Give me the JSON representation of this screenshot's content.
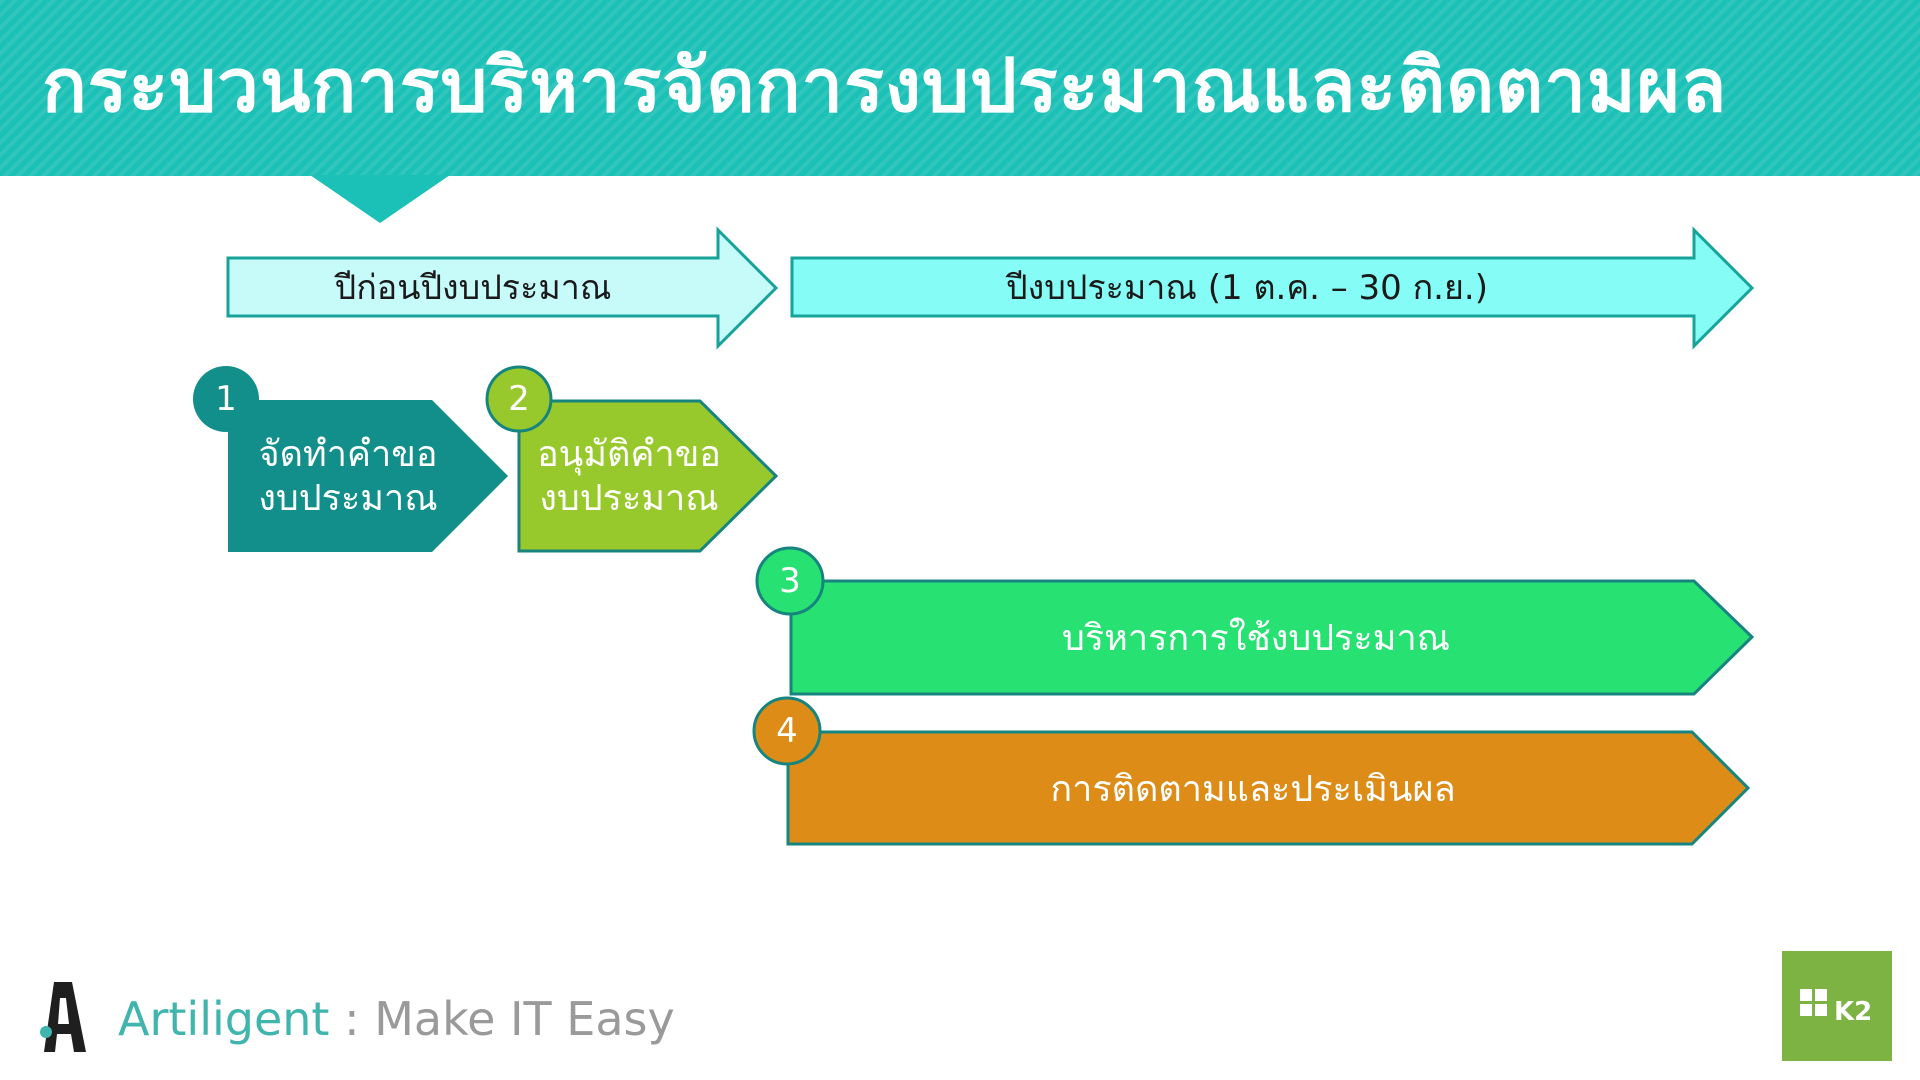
{
  "title": "กระบวนการบริหารจัดการงบประมาณและติดตามผล",
  "timeline": {
    "pre_year_label": "ปีก่อนปีงบประมาณ",
    "fiscal_year_label": "ปีงบประมาณ (1 ต.ค. – 30 ก.ย.)"
  },
  "steps": [
    {
      "number": "1",
      "label_line1": "จัดทำคำขอ",
      "label_line2": "งบประมาณ",
      "color": "#128f8a"
    },
    {
      "number": "2",
      "label_line1": "อนุมัติคำขอ",
      "label_line2": "งบประมาณ",
      "color": "#98c92c"
    },
    {
      "number": "3",
      "label": "บริหารการใช้งบประมาณ",
      "color": "#27e172"
    },
    {
      "number": "4",
      "label": "การติดตามและประเมินผล",
      "color": "#dc8c17"
    }
  ],
  "footer": {
    "brand": "Artiligent",
    "tagline": " : Make IT Easy",
    "partner_logo": "K2"
  }
}
